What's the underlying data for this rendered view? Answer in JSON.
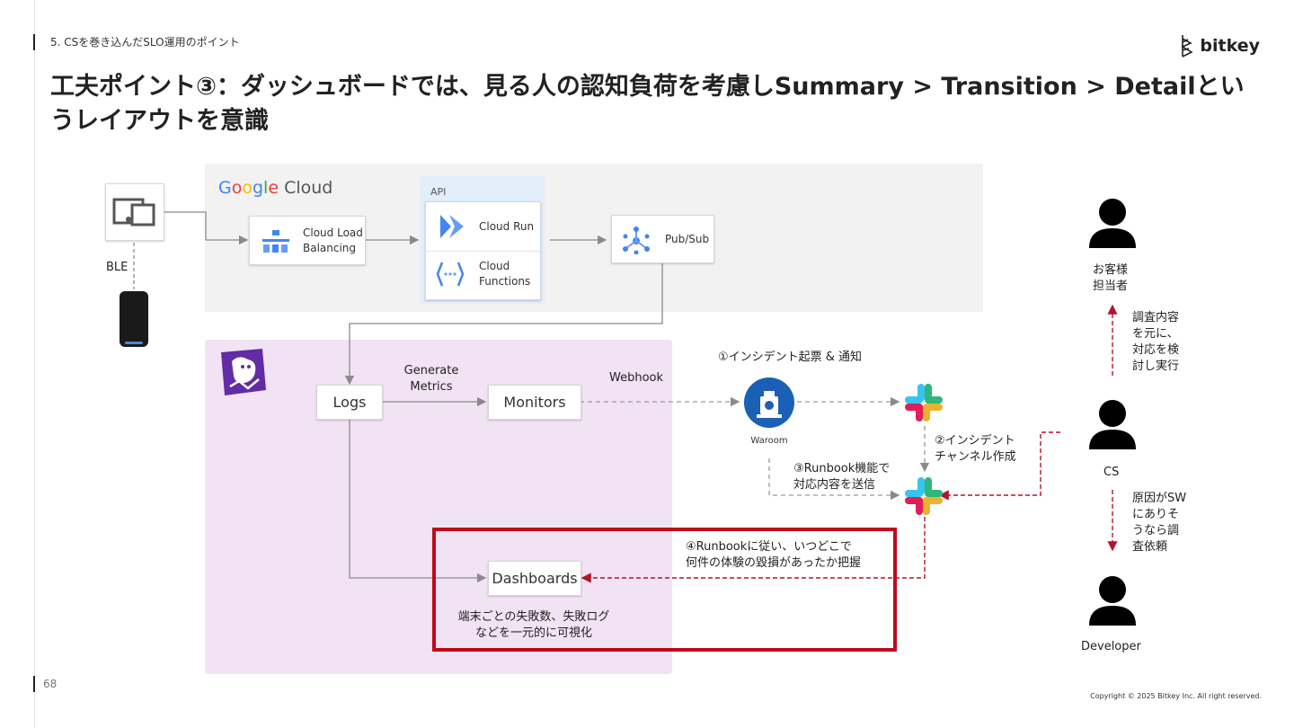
{
  "header": {
    "section": "5. CSを巻き込んだSLO運用のポイント",
    "title": "工夫ポイント③：ダッシュボードでは、見る人の認知負荷を考慮しSummary > Transition > Detailというレイアウトを意識",
    "logo": "bitkey"
  },
  "footer": {
    "page_number": "68",
    "copyright": "Copyright © 2025 Bitkey Inc. All right reserved."
  },
  "diagram": {
    "google_cloud_label": "Google Cloud",
    "device_link_label": "BLE",
    "api_label": "API",
    "cloud_load_balancing": "Cloud Load\nBalancing",
    "cloud_run": "Cloud Run",
    "cloud_functions": "Cloud\nFunctions",
    "pubsub": "Pub/Sub",
    "logs": "Logs",
    "generate_metrics": "Generate\nMetrics",
    "monitors": "Monitors",
    "webhook": "Webhook",
    "waroom": "Waroom",
    "step1": "①インシデント起票 & 通知",
    "step2": "②インシデント\nチャンネル作成",
    "step3": "③Runbook機能で\n対応内容を送信",
    "step4": "④Runbookに従い、いつどこで\n何件の体験の毀損があったか把握",
    "dashboards": "Dashboards",
    "dashboards_note": "端末ごとの失敗数、失敗ログ\nなどを一元的に可視化",
    "person_cs_support": "お客様\n担当者",
    "person_cs": "CS",
    "person_developer": "Developer",
    "cs_to_support": "調査内容\nを元に、\n対応を検\n討し実行",
    "cs_to_developer": "原因がSW\nにありそ\nうなら調\n査依頼"
  },
  "colors": {
    "google_cloud_bg": "#f2f2f2",
    "datadog_bg": "#f1e3f3",
    "api_bg": "#e3eefb",
    "highlight": "#c00a1b",
    "arrow_red": "#b3132a",
    "waroom_blue": "#1b5fb7",
    "datadog_purple": "#632ca6"
  }
}
